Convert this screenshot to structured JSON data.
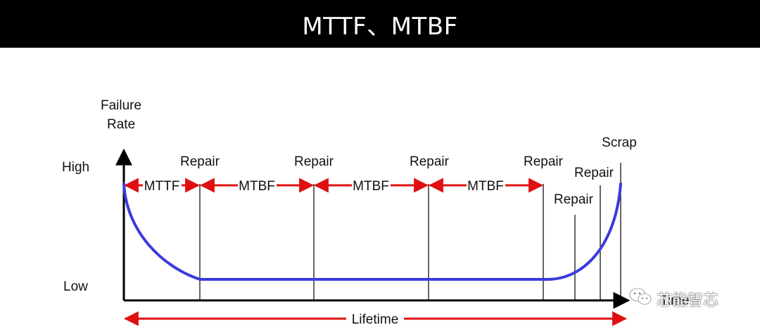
{
  "title": "MTTF、MTBF",
  "diagram": {
    "y_axis_label_line1": "Failure",
    "y_axis_label_line2": "Rate",
    "y_level_high": "High",
    "y_level_low": "Low",
    "x_axis_label": "Time",
    "repair_label": "Repair",
    "scrap_label": "Scrap",
    "mttf_label": "MTTF",
    "mtbf_label": "MTBF",
    "lifetime_label": "Lifetime",
    "colors": {
      "curve": "#3a3adb",
      "arrow": "#e01010",
      "axis": "#000000"
    }
  },
  "watermark": {
    "text": "芯能智芯",
    "icon": "wechat-icon"
  }
}
